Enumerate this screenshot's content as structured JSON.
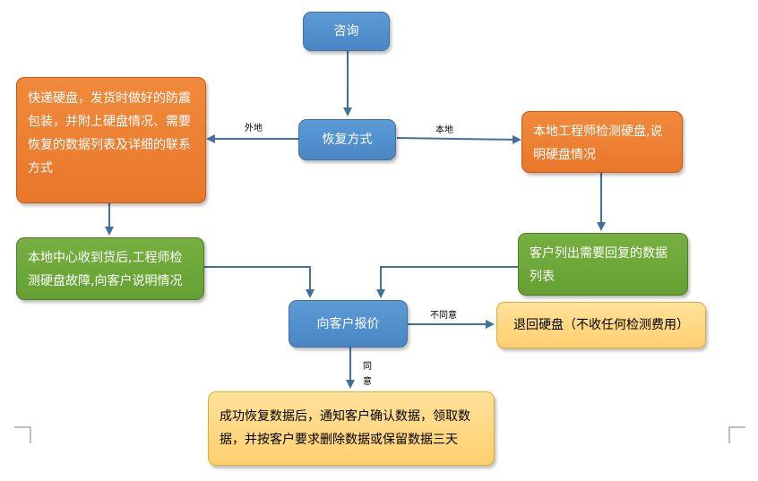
{
  "nodes": {
    "consult": "咨询",
    "recovery_method": "恢复方式",
    "express": "快递硬盘，发货时做好的防震包装，并附上硬盘情况、需要恢复的数据列表及详细的联系方式",
    "local_engineer": "本地工程师检测硬盘,说明硬盘情况",
    "center_receive": "本地中心收到货后,工程师检测硬盘故障,向客户说明情况",
    "customer_list": "客户列出需要回复的数据列表",
    "quote": "向客户报价",
    "return_disk": "退回硬盘（不收任何检测费用）",
    "success": "成功恢复数据后，通知客户确认数据，领取数据，并按客户要求删除数据或保留数据三天"
  },
  "edge_labels": {
    "remote": "外地",
    "local": "本地",
    "disagree": "不同意",
    "agree_1": "同",
    "agree_2": "意"
  },
  "colors": {
    "blue": "#5b9bd5",
    "orange": "#ed7d31",
    "green": "#70ad47",
    "yellow": "#ffd966",
    "arrow": "#41719c"
  }
}
